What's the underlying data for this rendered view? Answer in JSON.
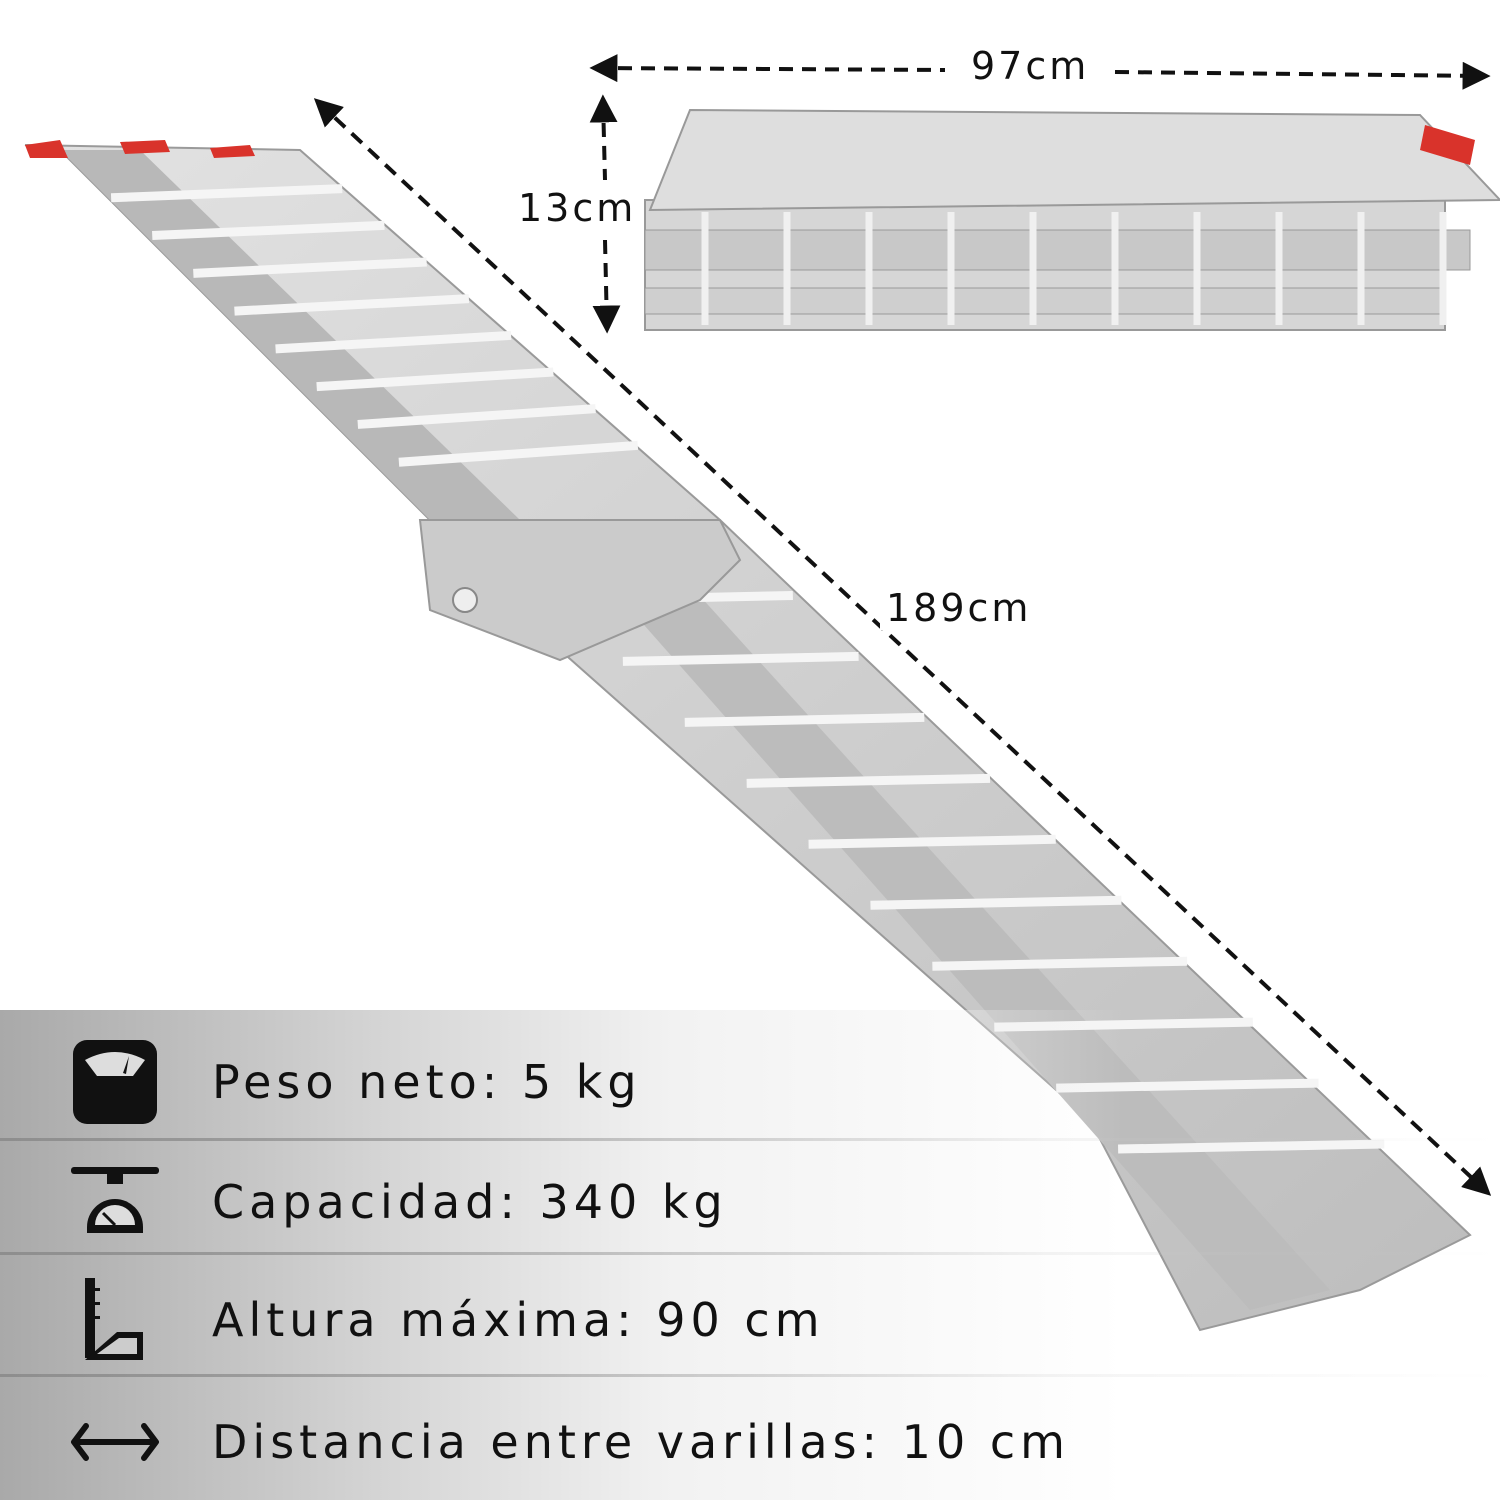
{
  "dimensions": {
    "width_folded": "97cm",
    "height_folded": "13cm",
    "length": "189cm"
  },
  "specs": [
    {
      "icon": "bathroom-scale-icon",
      "label": "Peso neto: 5 kg"
    },
    {
      "icon": "kitchen-scale-icon",
      "label": "Capacidad: 340 kg"
    },
    {
      "icon": "ramp-height-icon",
      "label": "Altura máxima: 90 cm"
    },
    {
      "icon": "double-arrow-icon",
      "label": "Distancia entre varillas: 10 cm"
    }
  ],
  "colors": {
    "aluminum": "#c9c9c9",
    "end_caps": "#d9332b",
    "text": "#111111"
  }
}
